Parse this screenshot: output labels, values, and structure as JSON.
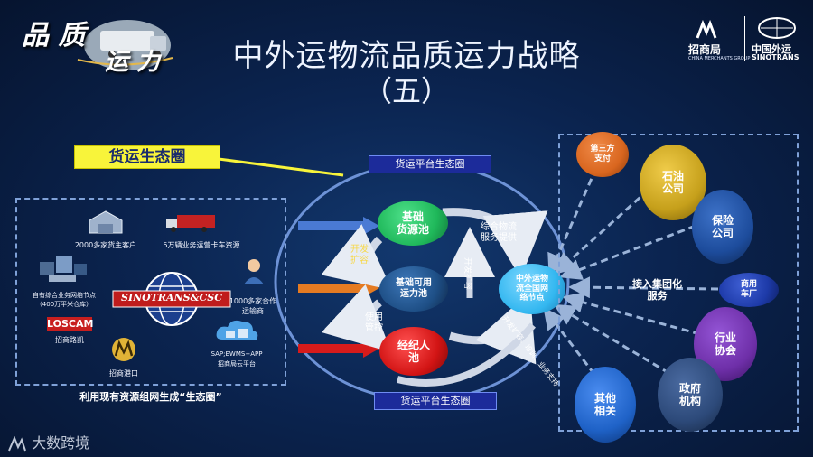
{
  "header": {
    "logo_left_line1": "品 质",
    "logo_left_line2": "运 力",
    "title": "中外运物流品质运力战略",
    "subtitle": "（五）",
    "brand_cm": "招商局",
    "brand_cm_small": "CHINA MERCHANTS GROUP",
    "brand_sino": "中国外运",
    "brand_sino_en": "SINOTRANS"
  },
  "eco_label": "货运生态圈",
  "left_panel": {
    "items": {
      "shippers": "2000多家货主客户",
      "trucks": "5万辆业务运营卡车资源",
      "network_line1": "自有综合业务网络节点",
      "network_line2": "（400万平米仓库）",
      "carriers_line1": "1000多家合作",
      "carriers_line2": "运输商",
      "loscam_logo": "LOSCAM",
      "loscam_label": "招商路凯",
      "sinotrans_logo": "SINOTRANS&CSC",
      "cm_port_label": "招商港口",
      "platform_line1": "SAP;EWMS+APP",
      "platform_line2": "招商局云平台"
    },
    "caption": "利用现有资源组网生成“生态圈”"
  },
  "center": {
    "platform_top": "货运平台生态圈",
    "platform_bottom": "货运平台生态圈",
    "node_source_l1": "基础",
    "node_source_l2": "货源池",
    "node_capacity_l1": "基础可用",
    "node_capacity_l2": "运力池",
    "node_broker_l1": "经纪人",
    "node_broker_l2": "池",
    "node_hub_l1": "中外运物",
    "node_hub_l2": "流全国网",
    "node_hub_l3": "络节点",
    "label_develop_l1": "开发",
    "label_develop_l2": "扩容",
    "label_use_l1": "使用",
    "label_use_l2": "管控",
    "label_service_l1": "综合物流",
    "label_service_l2": "服务提供",
    "label_develop_vertical": "开发扩容",
    "label_lower": "开发扩容、培训、业务支持"
  },
  "right_panel": {
    "third_party_l1": "第三方",
    "third_party_l2": "支付",
    "oil_l1": "石油",
    "oil_l2": "公司",
    "insurance_l1": "保险",
    "insurance_l2": "公司",
    "access_l1": "接入集团化",
    "access_l2": "服务",
    "commercial_l1": "商用",
    "commercial_l2": "车厂",
    "industry_l1": "行业",
    "industry_l2": "协会",
    "government_l1": "政府",
    "government_l2": "机构",
    "other_l1": "其他",
    "other_l2": "相关"
  },
  "watermark": "大数跨境",
  "colors": {
    "source": "#1fb85a",
    "capacity": "#1e4f86",
    "broker": "#d21414",
    "hub": "#33b7f0",
    "third_party": "#d9661f",
    "oil": "#c6a01b",
    "insurance": "#1d4c9c",
    "commercial": "#1d3aa8",
    "industry": "#6e2fa8",
    "government": "#2d4a7a",
    "other": "#1f62c7",
    "eco_label": "#f8f43a"
  }
}
